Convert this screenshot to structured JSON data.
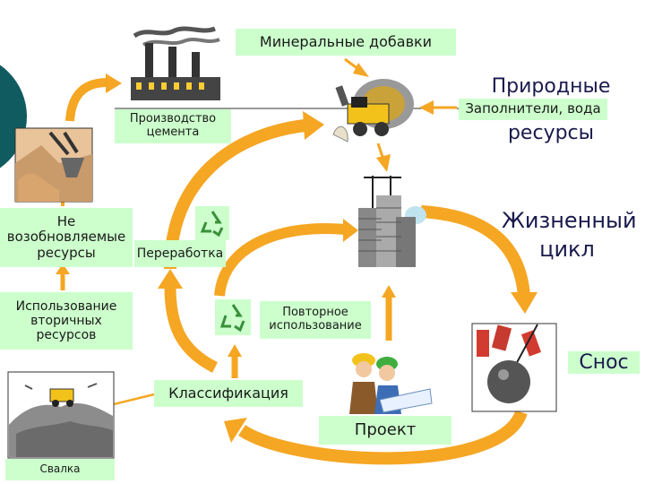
{
  "colors": {
    "label_bg": "#ccffcc",
    "arrow": "#f5a623",
    "circle": "#0f5b60",
    "title_text": "#1a1a4d"
  },
  "labels": {
    "mineral_additives": "Минеральные добавки",
    "cement_production": "Производство\nцемента",
    "fillers_water": "Заполнители, вода",
    "nonrenewable": "Не\nвозобновляемые\nресурсы",
    "recycling": "Переработка",
    "secondary_use": "Использование\nвторичных\nресурсов",
    "reuse": "Повторное\nиспользование",
    "classification": "Классификация",
    "project": "Проект",
    "landfill": "Свалка"
  },
  "titles": {
    "natural_resources_1": "Природные",
    "natural_resources_2": "ресурсы",
    "life_cycle_1": "Жизненный",
    "life_cycle_2": "цикл",
    "demolition": "Снос"
  },
  "icons": [
    "factory-icon",
    "bulldozer-icon",
    "buildings-icon",
    "excavator-icon",
    "recycle-icon",
    "recycle-icon",
    "wrecking-ball-icon",
    "engineers-icon",
    "landfill-icon"
  ]
}
